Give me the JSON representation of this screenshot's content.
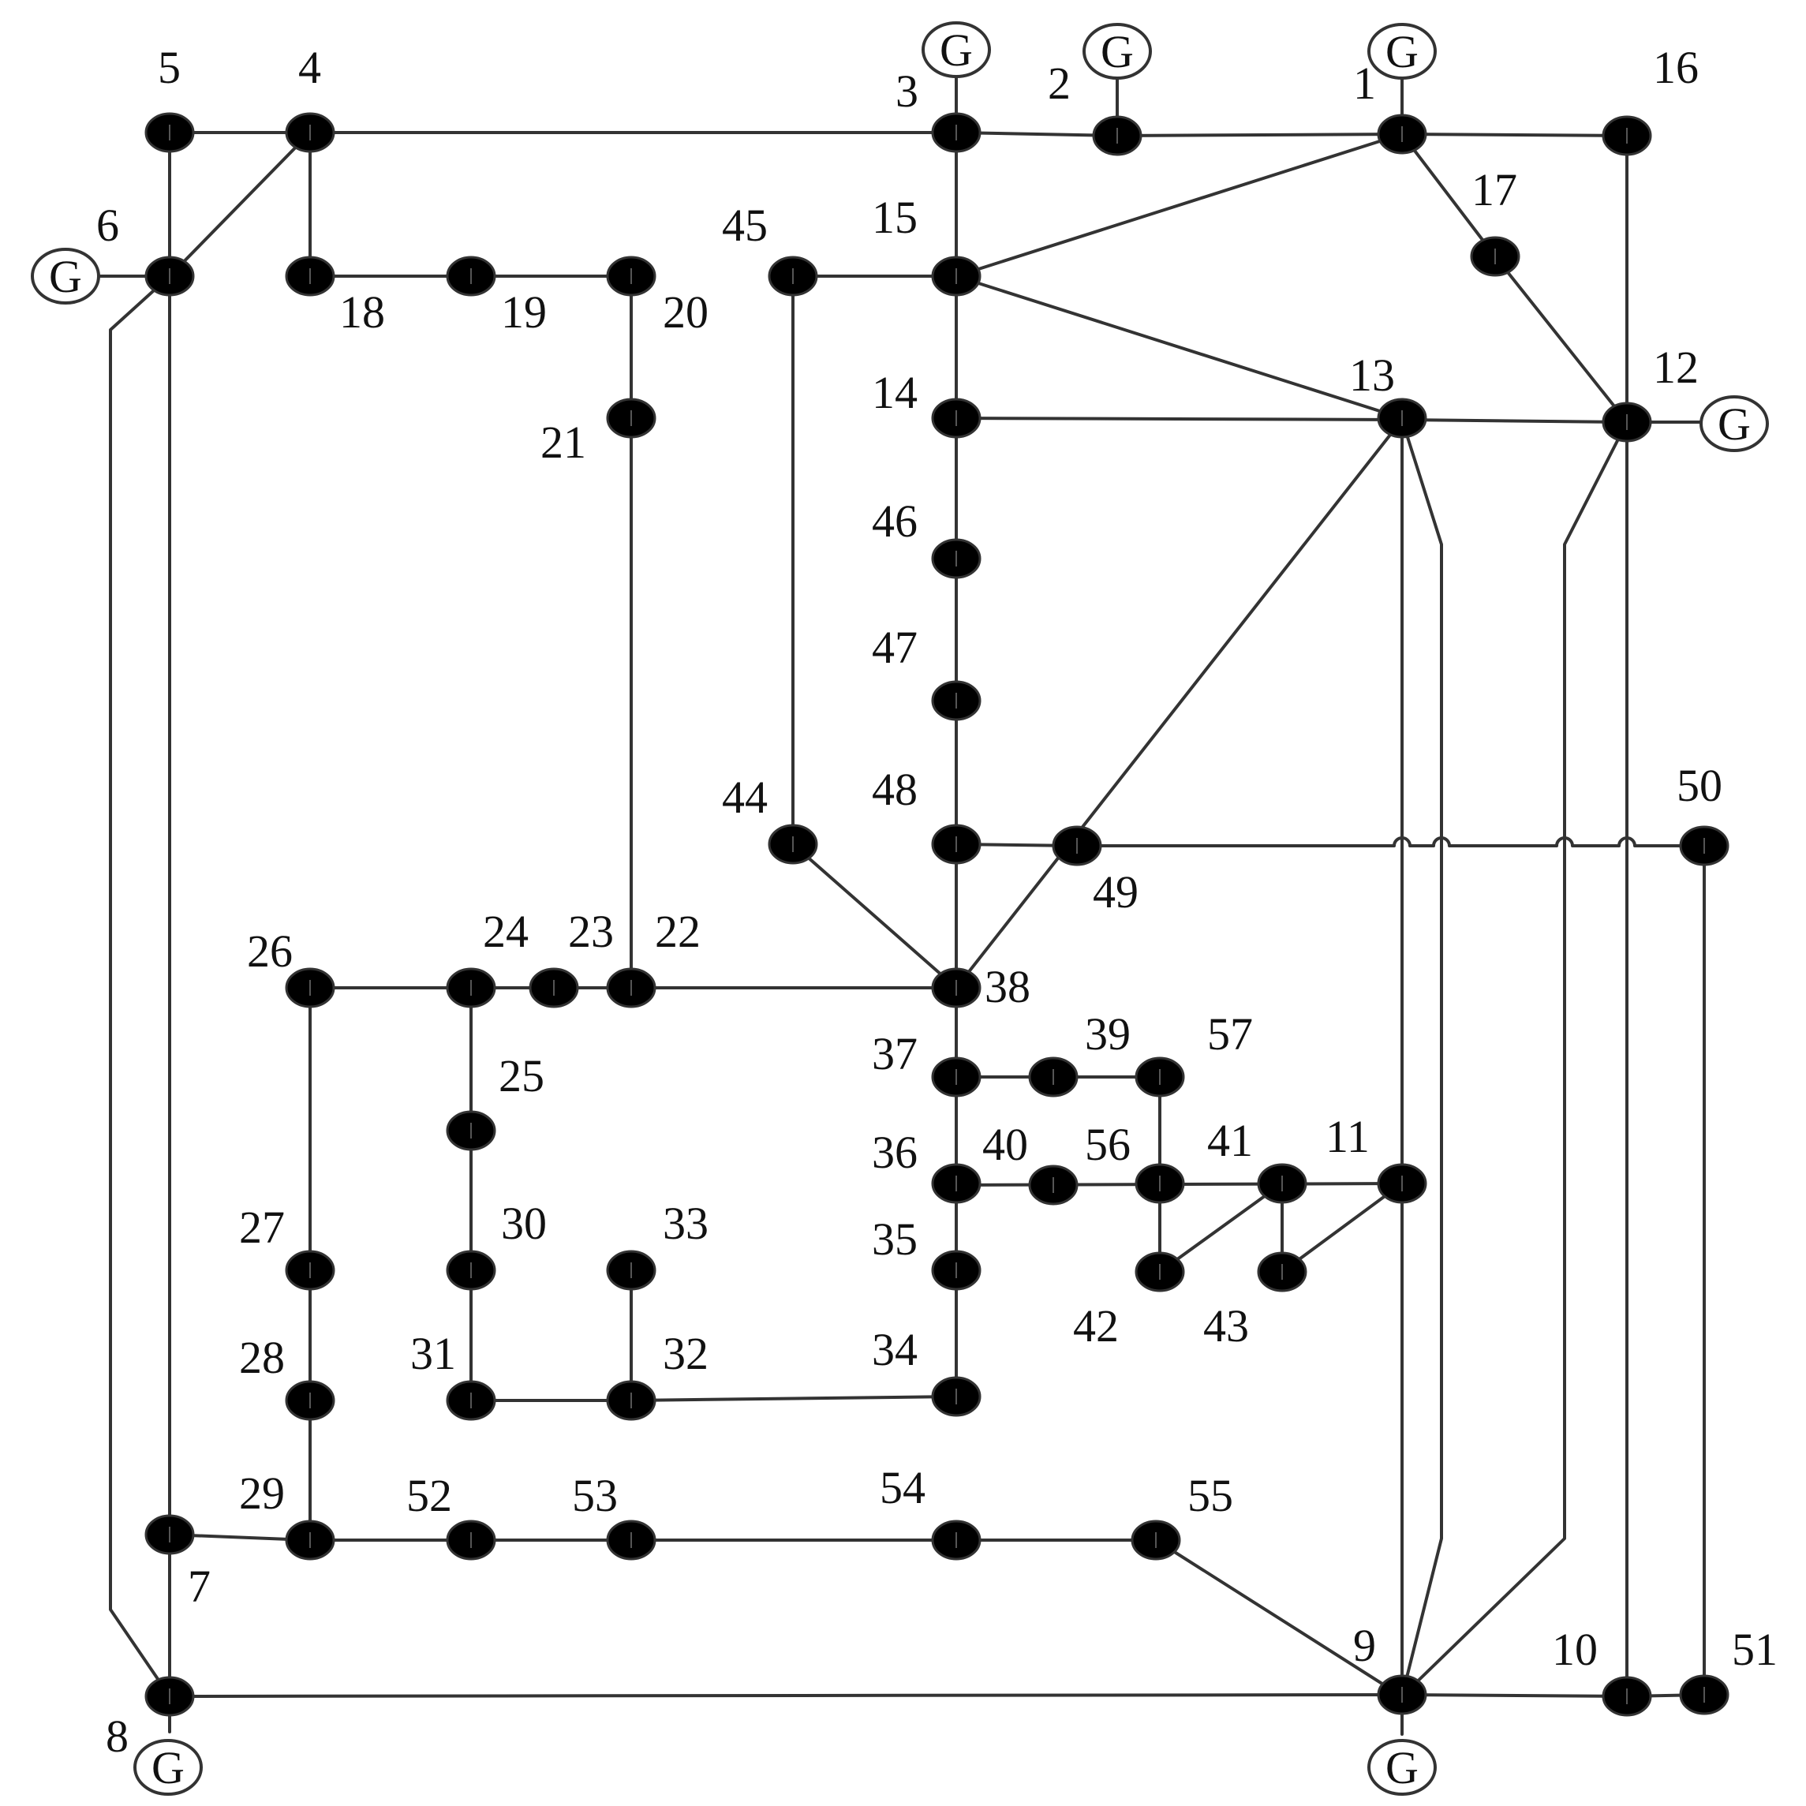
{
  "buses": [
    {
      "id": 1,
      "label": "1"
    },
    {
      "id": 2,
      "label": "2"
    },
    {
      "id": 3,
      "label": "3"
    },
    {
      "id": 4,
      "label": "4"
    },
    {
      "id": 5,
      "label": "5"
    },
    {
      "id": 6,
      "label": "6"
    },
    {
      "id": 7,
      "label": "7"
    },
    {
      "id": 8,
      "label": "8"
    },
    {
      "id": 9,
      "label": "9"
    },
    {
      "id": 10,
      "label": "10"
    },
    {
      "id": 11,
      "label": "11"
    },
    {
      "id": 12,
      "label": "12"
    },
    {
      "id": 13,
      "label": "13"
    },
    {
      "id": 14,
      "label": "14"
    },
    {
      "id": 15,
      "label": "15"
    },
    {
      "id": 16,
      "label": "16"
    },
    {
      "id": 17,
      "label": "17"
    },
    {
      "id": 18,
      "label": "18"
    },
    {
      "id": 19,
      "label": "19"
    },
    {
      "id": 20,
      "label": "20"
    },
    {
      "id": 21,
      "label": "21"
    },
    {
      "id": 22,
      "label": "22"
    },
    {
      "id": 23,
      "label": "23"
    },
    {
      "id": 24,
      "label": "24"
    },
    {
      "id": 25,
      "label": "25"
    },
    {
      "id": 26,
      "label": "26"
    },
    {
      "id": 27,
      "label": "27"
    },
    {
      "id": 28,
      "label": "28"
    },
    {
      "id": 29,
      "label": "29"
    },
    {
      "id": 30,
      "label": "30"
    },
    {
      "id": 31,
      "label": "31"
    },
    {
      "id": 32,
      "label": "32"
    },
    {
      "id": 33,
      "label": "33"
    },
    {
      "id": 34,
      "label": "34"
    },
    {
      "id": 35,
      "label": "35"
    },
    {
      "id": 36,
      "label": "36"
    },
    {
      "id": 37,
      "label": "37"
    },
    {
      "id": 38,
      "label": "38"
    },
    {
      "id": 39,
      "label": "39"
    },
    {
      "id": 40,
      "label": "40"
    },
    {
      "id": 41,
      "label": "41"
    },
    {
      "id": 42,
      "label": "42"
    },
    {
      "id": 43,
      "label": "43"
    },
    {
      "id": 44,
      "label": "44"
    },
    {
      "id": 45,
      "label": "45"
    },
    {
      "id": 46,
      "label": "46"
    },
    {
      "id": 47,
      "label": "47"
    },
    {
      "id": 48,
      "label": "48"
    },
    {
      "id": 49,
      "label": "49"
    },
    {
      "id": 50,
      "label": "50"
    },
    {
      "id": 51,
      "label": "51"
    },
    {
      "id": 52,
      "label": "52"
    },
    {
      "id": 53,
      "label": "53"
    },
    {
      "id": 54,
      "label": "54"
    },
    {
      "id": 55,
      "label": "55"
    },
    {
      "id": 56,
      "label": "56"
    },
    {
      "id": 57,
      "label": "57"
    }
  ],
  "generator_symbol": "G",
  "generator_buses": [
    1,
    2,
    3,
    6,
    8,
    9,
    12
  ]
}
